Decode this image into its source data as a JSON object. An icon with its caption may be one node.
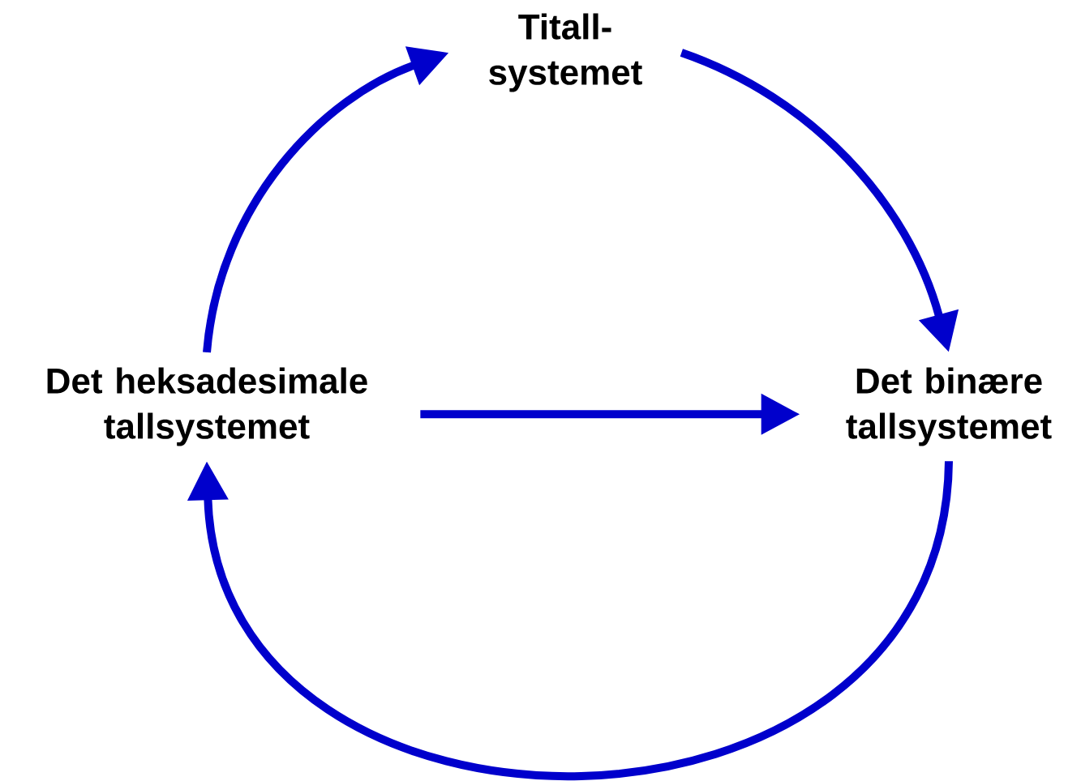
{
  "diagram": {
    "nodes": [
      {
        "text": [
          "Titall- systemet"
        ]
      },
      {
        "text": [
          "Det binære tallsystemet"
        ]
      },
      {
        "text": [
          "Det heksadesimale tallsystemet"
        ]
      }
    ],
    "edges": [
      {
        "from": 2,
        "to": 0,
        "arrow": "to"
      },
      {
        "from": 0,
        "to": 1,
        "arrow": "to"
      },
      {
        "from": 1,
        "to": 2,
        "arrow": "to"
      },
      {
        "from": 2,
        "to": 1,
        "arrow": "to"
      }
    ]
  }
}
